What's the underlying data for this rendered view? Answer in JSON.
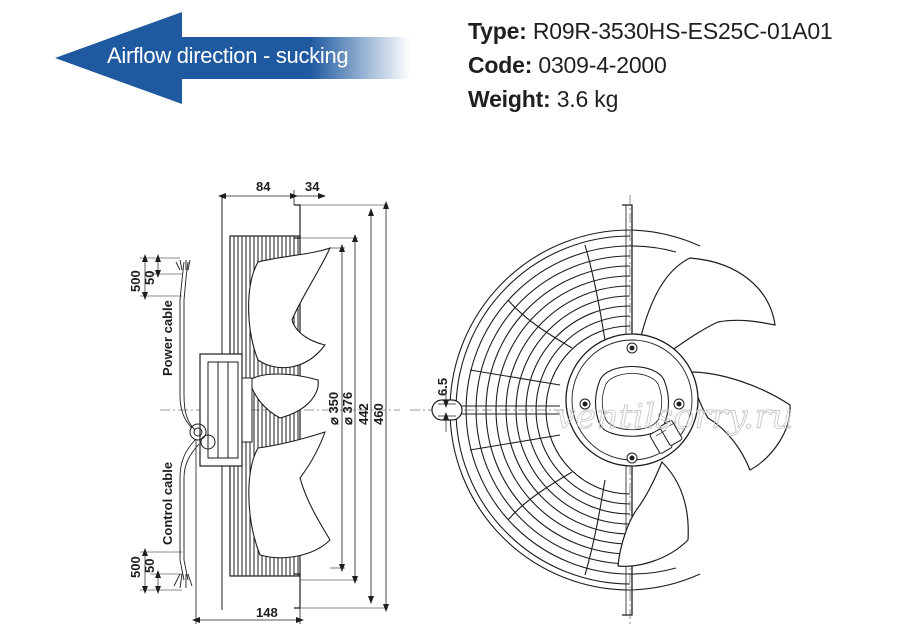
{
  "airflow": {
    "label": "Airflow direction - sucking",
    "color": "#1f5aa0"
  },
  "specs": {
    "type_key": "Type:",
    "type_value": "R09R-3530HS-ES25C-01A01",
    "code_key": "Code:",
    "code_value": "0309-4-2000",
    "weight_key": "Weight:",
    "weight_value": "3.6 kg"
  },
  "dimensions": {
    "d84": "84",
    "d34": "34",
    "d148": "148",
    "d350": "⌀ 350",
    "d376": "⌀ 376",
    "d442": "442",
    "d460": "460",
    "d65": "6.5",
    "cable_top_500": "500",
    "cable_top_50": "50",
    "cable_bottom_500": "500",
    "cable_bottom_50": "50"
  },
  "cables": {
    "power": "Power cable",
    "control": "Control cable"
  },
  "watermark": "ventilsorry.ru"
}
